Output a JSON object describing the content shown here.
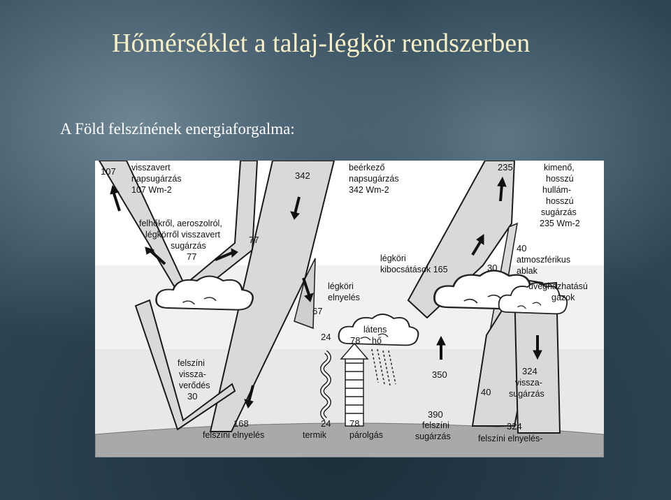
{
  "slide": {
    "title": "Hőmérséklet a talaj-légkör rendszerben",
    "subtitle": "A Föld felszínének energiaforgalma:"
  },
  "colors": {
    "sky_dark": "#1e3442",
    "sky_mid": "#3d5a6c",
    "text_title": "#f7f0c4",
    "band_fill": "#d9d9d9",
    "band_stroke": "#1a1a1a",
    "ground": "#a9a9a9"
  },
  "icons": [
    "cloud-icon",
    "arrow-icon",
    "wavy-arrow-icon",
    "rain-icon"
  ],
  "diagram": {
    "reflected_total": {
      "value": "107",
      "lines": [
        "visszavert",
        "napsugárzás",
        "107 Wm-2"
      ]
    },
    "cloud_reflection": {
      "lines": [
        "felhőkről, aeroszolról,",
        "légkörről visszavert",
        "sugárzás",
        "77"
      ],
      "value_side": "77"
    },
    "incoming": {
      "value": "342",
      "lines": [
        "beérkező",
        "napsugárzás",
        "342 Wm-2"
      ]
    },
    "outgoing_longwave": {
      "value": "235",
      "lines": [
        "kimenő,",
        "hosszú",
        "hullám-",
        "hosszú",
        "sugárzás",
        "235 Wm-2"
      ]
    },
    "atmospheric_emission": {
      "lines": [
        "légköri",
        "kibocsátások 165"
      ],
      "window_value": "30"
    },
    "atmospheric_window": {
      "value": "40",
      "lines": [
        "atmoszférikus",
        "ablak"
      ]
    },
    "greenhouse": {
      "lines": [
        "üvegházhatású",
        "gázok"
      ]
    },
    "atmospheric_absorption": {
      "lines": [
        "légköri",
        "elnyelés"
      ],
      "value": "67"
    },
    "latent_heat": {
      "lines": [
        "látens",
        "hő"
      ],
      "value": "78"
    },
    "thermal_up_value": "24",
    "surface_reflection": {
      "lines": [
        "felszíni",
        "vissza-",
        "verődés",
        "30"
      ]
    },
    "surface_absorption": {
      "value": "168",
      "label": "felszíni elnyelés"
    },
    "thermal": {
      "value": "24",
      "label": "termik"
    },
    "evaporation": {
      "value": "78",
      "label": "párolgás"
    },
    "surface_radiation": {
      "value": "390",
      "lines": [
        "felszíni",
        "sugárzás"
      ],
      "side_value": "350"
    },
    "back_radiation": {
      "value": "324",
      "lines": [
        "vissza-",
        "sugárzás"
      ]
    },
    "window_lower_value": "40",
    "surface_absorption_lw": {
      "value": "324",
      "label": "felszíni elnyelés-"
    }
  }
}
